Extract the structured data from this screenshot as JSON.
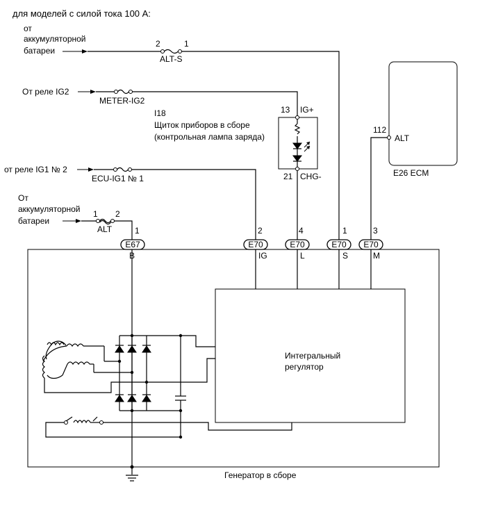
{
  "heading": "для моделей с силой тока 100 A:",
  "sources": {
    "battery_top": [
      "от",
      "аккумуляторной",
      "батареи"
    ],
    "relay_ig2": "От реле IG2",
    "relay_ig1": "от реле IG1 № 2",
    "battery_bottom": [
      "От",
      "аккумуляторной",
      "батареи"
    ]
  },
  "fuses": {
    "alt_s": {
      "label": "ALT-S",
      "pin_left": "2",
      "pin_right": "1"
    },
    "meter_ig2": {
      "label": "METER-IG2"
    },
    "ecu_ig1": {
      "label": "ECU-IG1 № 1"
    },
    "alt": {
      "label": "ALT",
      "pin_left": "1",
      "pin_right": "2"
    }
  },
  "meter": {
    "id": "I18",
    "name_lines": [
      "Щиток приборов в сборе",
      "(контрольная лампа заряда)"
    ],
    "pin_top_num": "13",
    "pin_top_name": "IG+",
    "pin_bottom_num": "21",
    "pin_bottom_name": "CHG-"
  },
  "ecm": {
    "label": "E26 ECM",
    "pin_num": "112",
    "pin_name": "ALT"
  },
  "connectors": [
    {
      "id": "E67",
      "pin": "1",
      "terminal": "B"
    },
    {
      "id": "E70",
      "pin": "2",
      "terminal": "IG"
    },
    {
      "id": "E70",
      "pin": "4",
      "terminal": "L"
    },
    {
      "id": "E70",
      "pin": "1",
      "terminal": "S"
    },
    {
      "id": "E70",
      "pin": "3",
      "terminal": "M"
    }
  ],
  "regulator": [
    "Интегральный",
    "регулятор"
  ],
  "generator_label": "Генератор в сборе"
}
